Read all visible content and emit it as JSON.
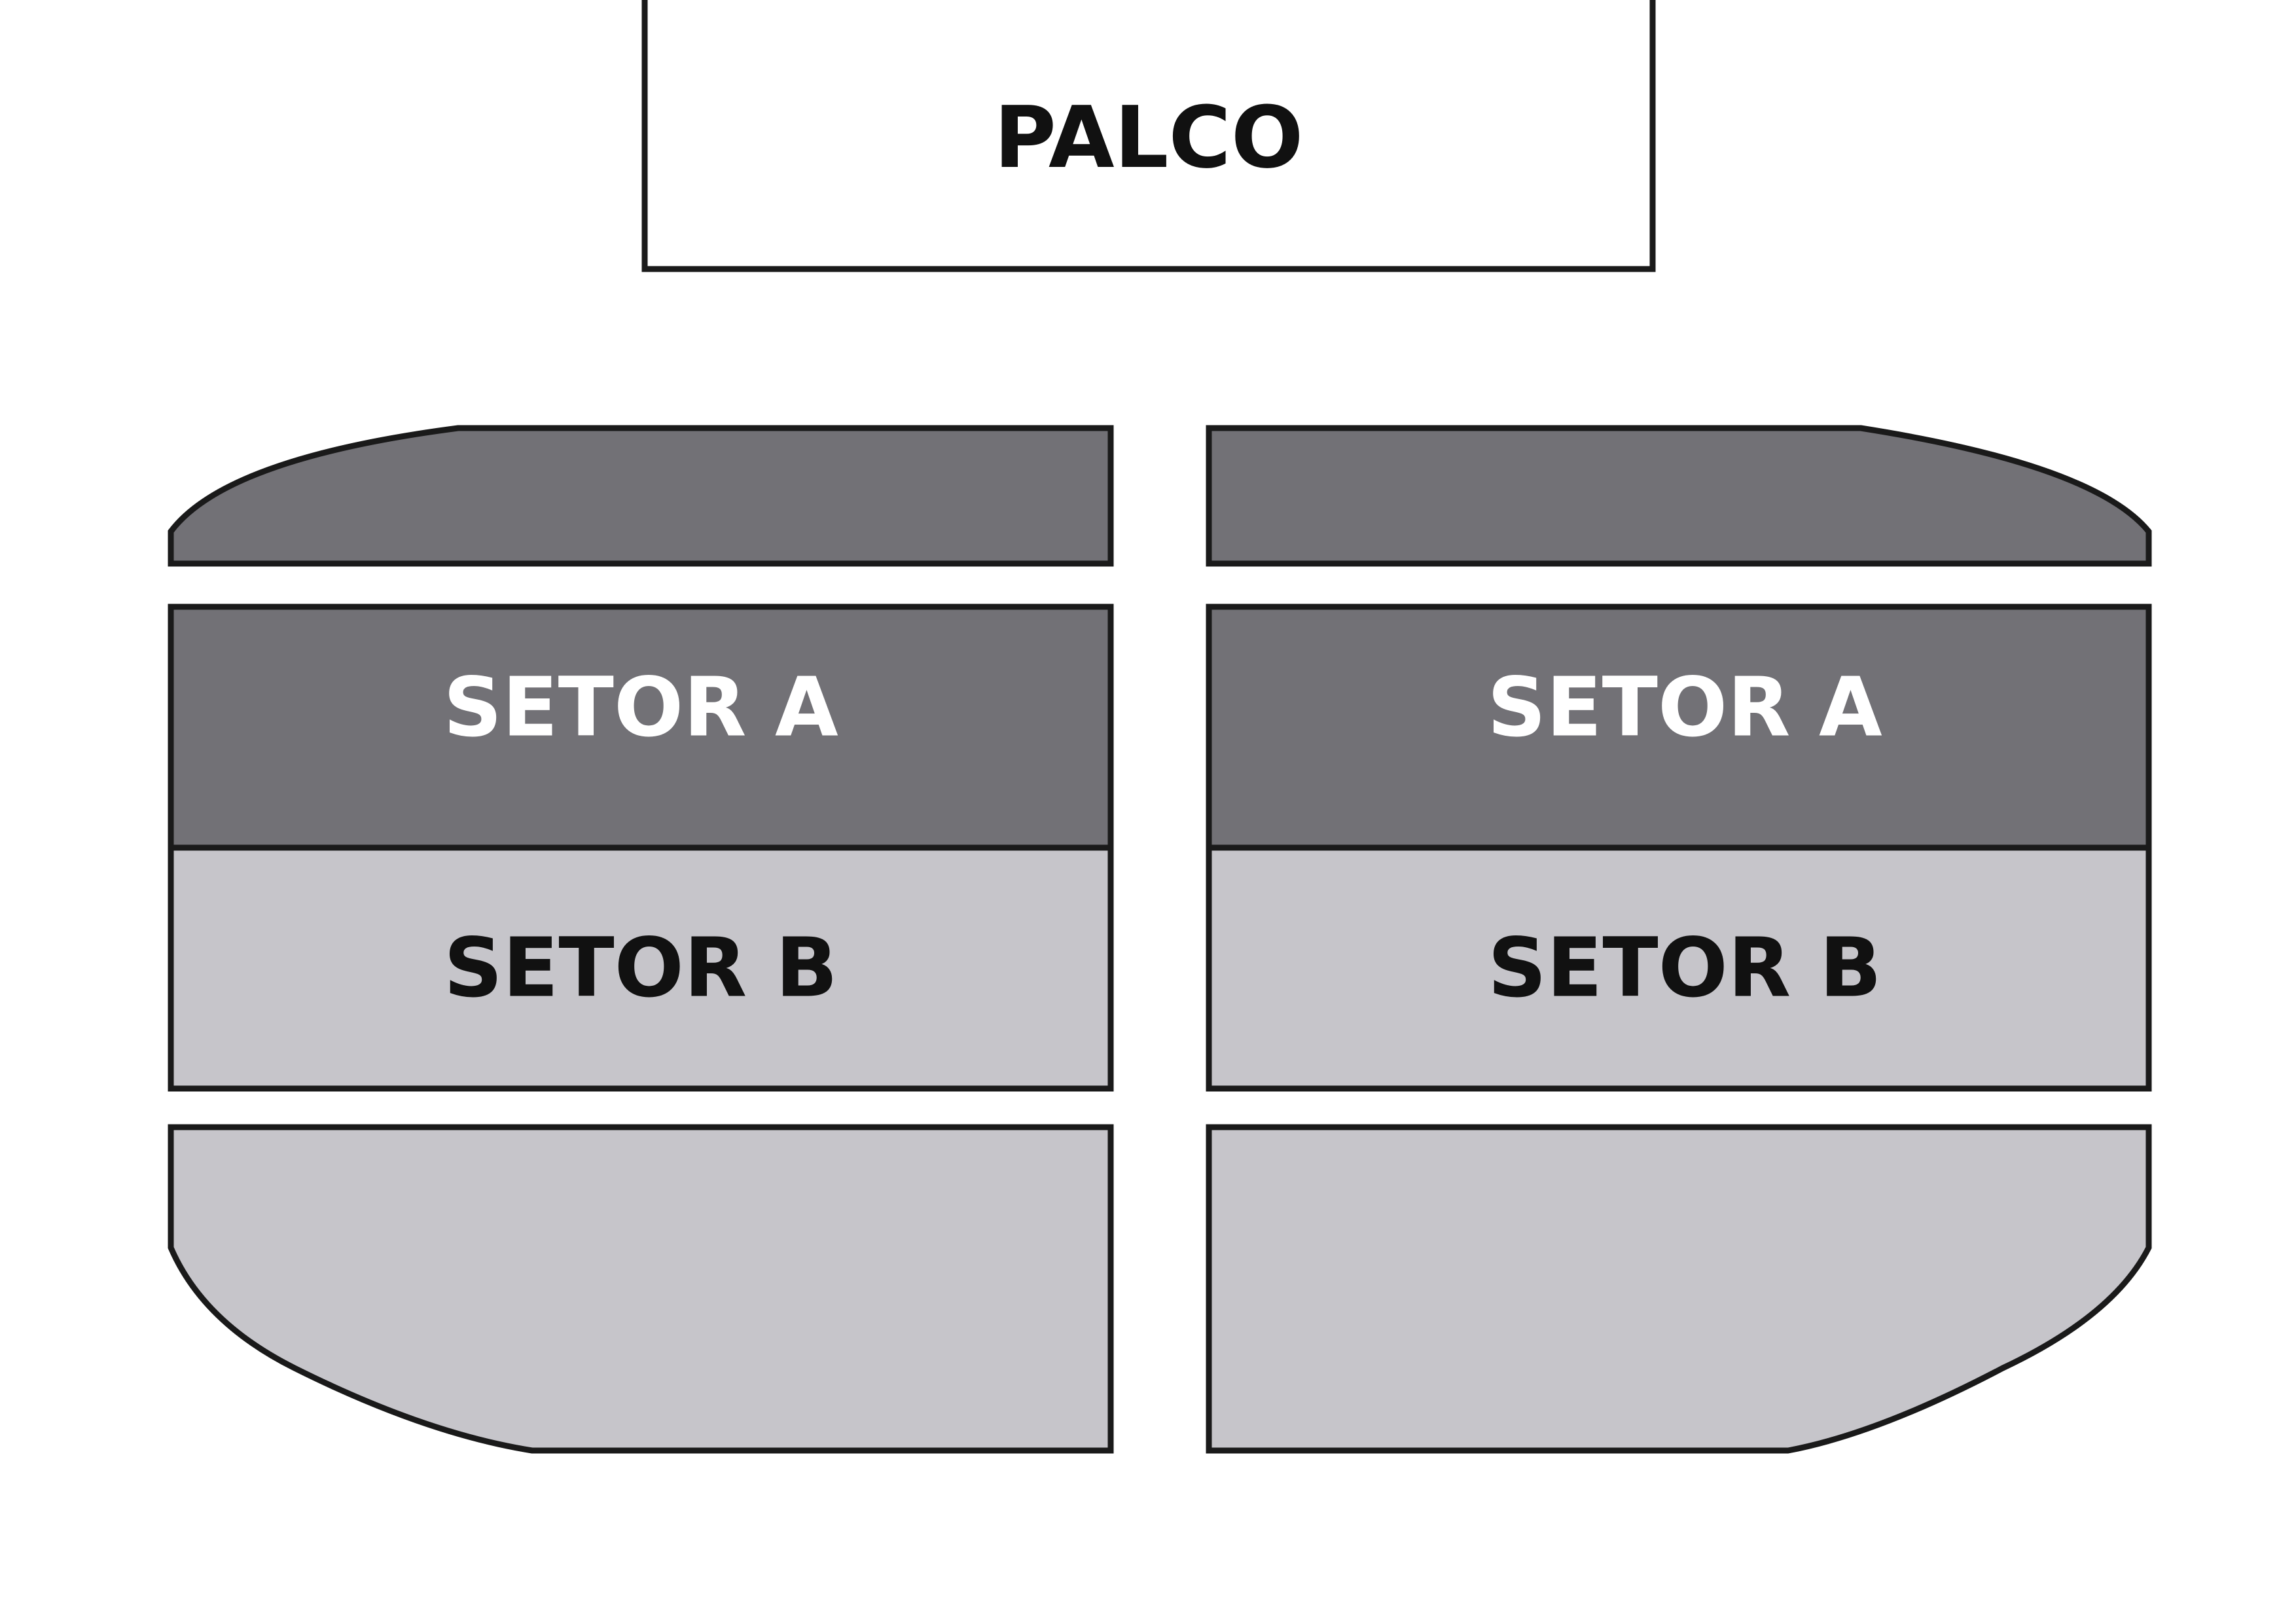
{
  "stage": {
    "label": "PALCO"
  },
  "sectors": {
    "a_label": "SETOR A",
    "b_label": "SETOR B"
  },
  "colors": {
    "dark_gray": "#727176",
    "light_gray": "#c6c5ca",
    "outline": "#1a1a1a",
    "label_light": "#ffffff",
    "label_dark": "#111111"
  }
}
